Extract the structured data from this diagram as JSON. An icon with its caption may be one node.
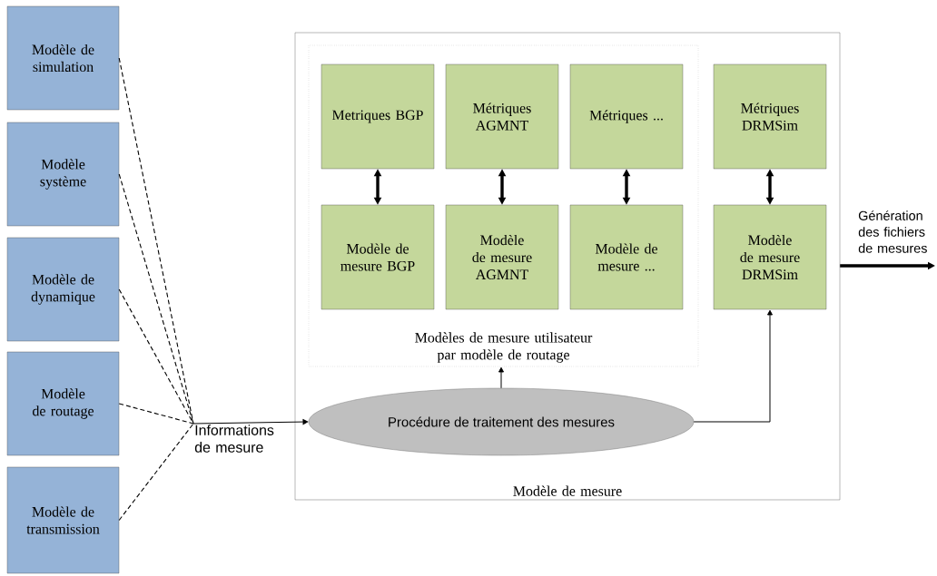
{
  "diagram": {
    "nodes": [
      {
        "text": [
          "Modèle de simulation"
        ]
      },
      {
        "text": [
          "Modèle système"
        ]
      },
      {
        "text": [
          "Modèle de dynamique"
        ]
      },
      {
        "text": [
          "Modèle de routage"
        ]
      },
      {
        "text": [
          "Modèle de transmission"
        ]
      },
      {
        "text": [
          "Informations de mesure"
        ]
      },
      {
        "text": [
          "Modèle de mesure"
        ]
      },
      {
        "text": [
          "Modèles de mesure utilisateur par modèle de routage"
        ],
        "in": 6
      },
      {
        "text": [
          "Metriques BGP"
        ],
        "in": 7
      },
      {
        "text": [
          "Métriques AGMNT"
        ],
        "in": 7
      },
      {
        "text": [
          "Métriques ..."
        ],
        "in": 7
      },
      {
        "text": [
          "Modèle de mesure BGP"
        ],
        "in": 7
      },
      {
        "text": [
          "Modèle de mesure AGMNT"
        ],
        "in": 7
      },
      {
        "text": [
          "Modèle de mesure ..."
        ],
        "in": 7
      },
      {
        "text": [
          "Métriques DRMSim"
        ],
        "in": 6
      },
      {
        "text": [
          "Modèle de mesure DRMSim"
        ],
        "in": 6
      },
      {
        "text": [
          "Procédure de traitement des mesures"
        ],
        "in": 6
      }
    ],
    "edges": [
      {
        "from": 0,
        "to": 5,
        "arrow": "none",
        "style": "dashed"
      },
      {
        "from": 1,
        "to": 5,
        "arrow": "none",
        "style": "dashed"
      },
      {
        "from": 2,
        "to": 5,
        "arrow": "none",
        "style": "dashed"
      },
      {
        "from": 3,
        "to": 5,
        "arrow": "none",
        "style": "dashed"
      },
      {
        "from": 4,
        "to": 5,
        "arrow": "none",
        "style": "dashed"
      },
      {
        "from": 5,
        "to": 16,
        "arrow": "to"
      },
      {
        "from": 8,
        "to": 11,
        "arrow": "both",
        "style": "thick"
      },
      {
        "from": 9,
        "to": 12,
        "arrow": "both",
        "style": "thick"
      },
      {
        "from": 10,
        "to": 13,
        "arrow": "both",
        "style": "thick"
      },
      {
        "from": 14,
        "to": 15,
        "arrow": "both",
        "style": "thick"
      },
      {
        "from": 16,
        "to": 7,
        "arrow": "to"
      },
      {
        "from": 16,
        "to": 15,
        "arrow": "to"
      },
      {
        "from": 6,
        "to": null,
        "arrow": "to",
        "style": "thick",
        "label": "Génération des fichiers de mesures"
      }
    ]
  }
}
